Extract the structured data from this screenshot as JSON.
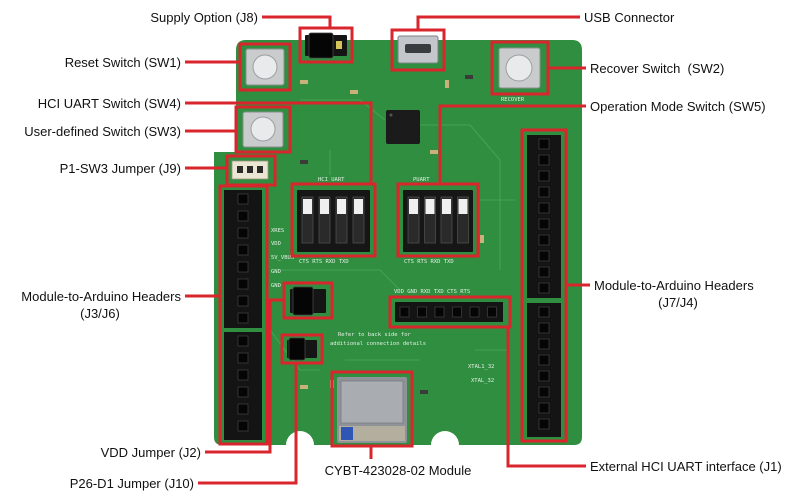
{
  "callouts": {
    "supply_option": "Supply Option (J8)",
    "usb_connector": "USB Connector",
    "reset_switch": "Reset Switch (SW1)",
    "recover_switch": "Recover Switch  (SW2)",
    "hci_uart_switch": "HCI UART Switch (SW4)",
    "operation_mode_switch": "Operation Mode Switch (SW5)",
    "user_defined_switch": "User-defined Switch (SW3)",
    "p1_sw3_jumper": "P1-SW3 Jumper (J9)",
    "left_headers_line1": "Module-to-Arduino Headers",
    "left_headers_line2": "(J3/J6)",
    "right_headers_line1": "Module-to-Arduino Headers",
    "right_headers_line2": "(J7/J4)",
    "vdd_jumper": "VDD Jumper (J2)",
    "p26_d1_jumper": "P26-D1 Jumper (J10)",
    "module": "CYBT-423028-02 Module",
    "external_hci_uart": "External HCI UART interface (J1)"
  },
  "silkscreen": {
    "recover": "RECOVER",
    "hci_uart": "HCI UART",
    "puart": "PUART",
    "sw4_pins": "CTS RTS RXD TXD",
    "sw5_pins": "CTS RTS RXD TXD",
    "j1_pins": "VDD GND RXD TXD CTS RTS",
    "note_line1": "Refer to back side for",
    "note_line2": "additional connection details",
    "left_header_labels": [
      "XRES",
      "VDD",
      "5V_VBUS",
      "GND",
      "GND"
    ],
    "xtal1": "XTAL1_32",
    "xtal2": "XTAL_32"
  },
  "colors": {
    "callout": "#d9262c",
    "pcb": "#2f8e40",
    "label": "#111111"
  }
}
